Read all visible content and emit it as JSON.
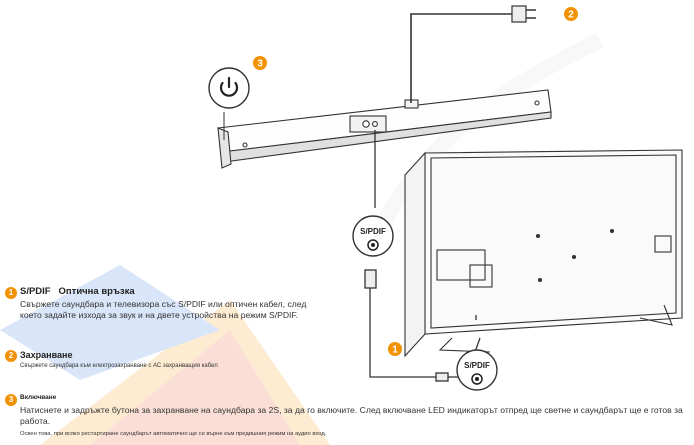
{
  "accent": "#f39200",
  "diagram": {
    "spdif_label": "S/PDIF",
    "callout_power": "3",
    "callout_plug": "2",
    "callout_cable": "1"
  },
  "instructions": [
    {
      "number": "1",
      "title": "S/PDIF   Оптична връзка",
      "body": "Свържете саундбара и телевизора със S/PDIF или оптичен кабел, след което задайте изхода за звук и на двете устройства на режим S/PDIF."
    },
    {
      "number": "2",
      "title": "Захранване",
      "body": "Свържете саундбара към електрозахранване с АС захранващия кабел"
    },
    {
      "number": "3",
      "title": "Включване",
      "body": "Натиснете и задръжте бутона за захранване на саундбара за 2S, за да го включите. След включване LED индикаторът отпред ще светне и саундбарът ще е готов за работа.",
      "note": "Освен това, при всяко рестартиране саундбарът автоматично ще се върне към предишния режим на аудио вход."
    }
  ]
}
